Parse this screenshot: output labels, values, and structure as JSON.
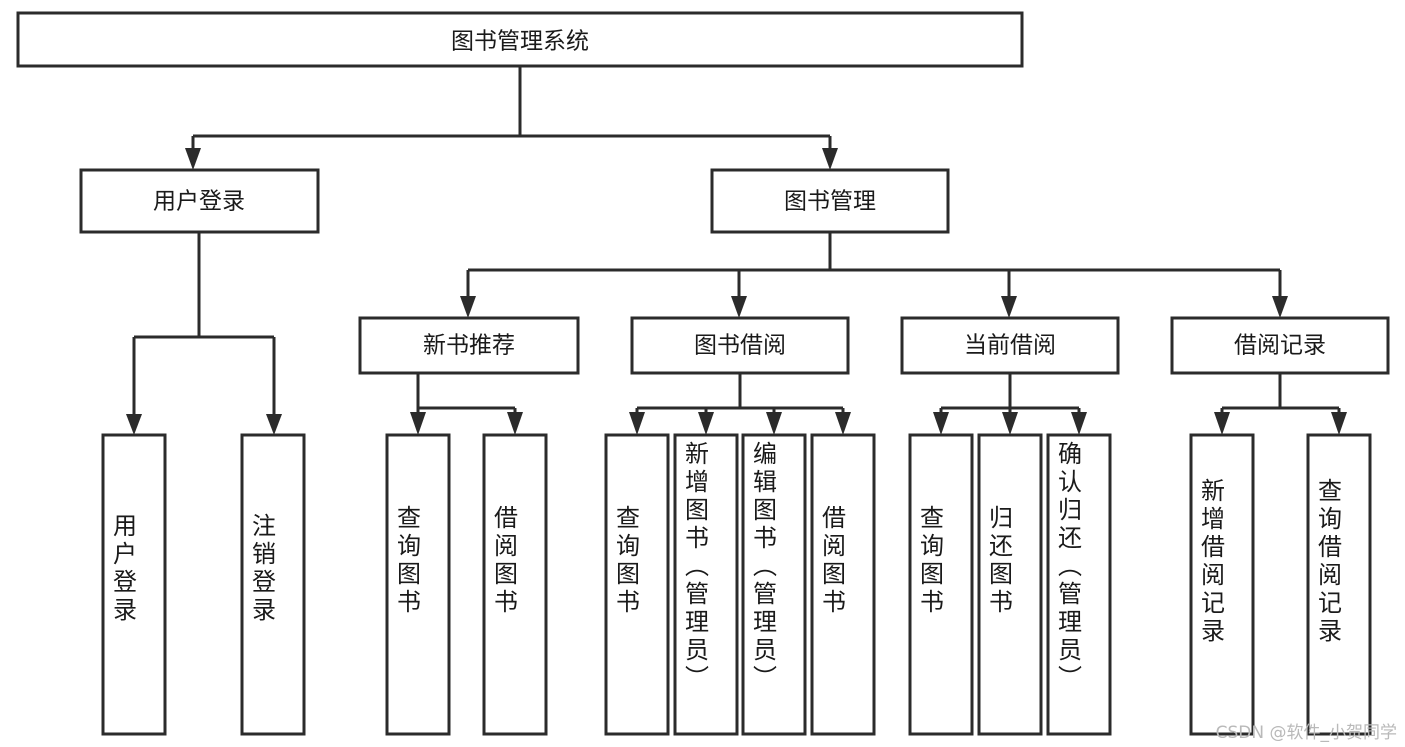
{
  "diagram": {
    "title": "图书管理系统",
    "type": "tree-hierarchy",
    "colors": {
      "stroke": "#2b2b2b",
      "fill": "#ffffff",
      "text": "#1a1a1a",
      "watermark": "#b9b9b9",
      "background": "#ffffff"
    },
    "root": {
      "label": "图书管理系统"
    },
    "level2": [
      {
        "label": "用户登录"
      },
      {
        "label": "图书管理"
      }
    ],
    "level3": [
      {
        "label": "新书推荐"
      },
      {
        "label": "图书借阅"
      },
      {
        "label": "当前借阅"
      },
      {
        "label": "借阅记录"
      }
    ],
    "leaves": [
      {
        "label": "用户登录",
        "parent": "用户登录"
      },
      {
        "label": "注销登录",
        "parent": "用户登录"
      },
      {
        "label": "查询图书",
        "parent": "新书推荐"
      },
      {
        "label": "借阅图书",
        "parent": "新书推荐"
      },
      {
        "label": "查询图书",
        "parent": "图书借阅"
      },
      {
        "label": "新增图书（管理员）",
        "parent": "图书借阅"
      },
      {
        "label": "编辑图书（管理员）",
        "parent": "图书借阅"
      },
      {
        "label": "借阅图书",
        "parent": "图书借阅"
      },
      {
        "label": "查询图书",
        "parent": "当前借阅"
      },
      {
        "label": "归还图书",
        "parent": "当前借阅"
      },
      {
        "label": "确认归还（管理员）",
        "parent": "当前借阅"
      },
      {
        "label": "新增借阅记录",
        "parent": "借阅记录"
      },
      {
        "label": "查询借阅记录",
        "parent": "借阅记录"
      }
    ],
    "watermark": "CSDN @软件_小贺同学"
  }
}
